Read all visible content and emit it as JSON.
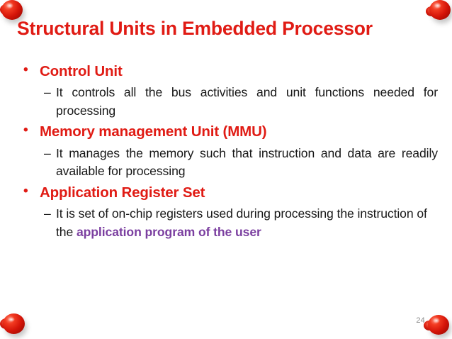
{
  "slide": {
    "title": "Structural Units in Embedded Processor",
    "page_number": "24",
    "colors": {
      "title_red": "#e01b14",
      "heading_red": "#e01b14",
      "body_text": "#171717",
      "highlight_purple": "#7b3fa0",
      "page_number_gray": "#8c8c8c",
      "background": "#ffffff",
      "decoration_red": "#d41408"
    },
    "bullet_marker": "•",
    "dash_marker": "–",
    "groups": [
      {
        "heading": "Control Unit",
        "detail_plain": "It controls all the bus activities and unit functions needed for processing",
        "detail_pre": "It controls all the bus activities and unit functions needed for processing",
        "detail_highlight": "",
        "detail_post": ""
      },
      {
        "heading": "Memory management Unit (MMU)",
        "detail_plain": "It manages the memory such that instruction and data are readily available for processing",
        "detail_pre": "It manages the memory such that instruction and data are readily available for processing",
        "detail_highlight": "",
        "detail_post": ""
      },
      {
        "heading": "Application Register Set",
        "detail_plain": "It is set of on-chip registers used during processing the instruction of the application program of the user",
        "detail_pre": "It is set of on-chip registers used during processing the instruction of the ",
        "detail_highlight": "application program of the user",
        "detail_post": ""
      }
    ],
    "decorations": [
      {
        "name": "red-sphere-top-left",
        "position": "top-left"
      },
      {
        "name": "red-sphere-top-right",
        "position": "top-right"
      },
      {
        "name": "red-sphere-bottom-left",
        "position": "bottom-left"
      },
      {
        "name": "red-sphere-bottom-right",
        "position": "bottom-right"
      }
    ]
  }
}
